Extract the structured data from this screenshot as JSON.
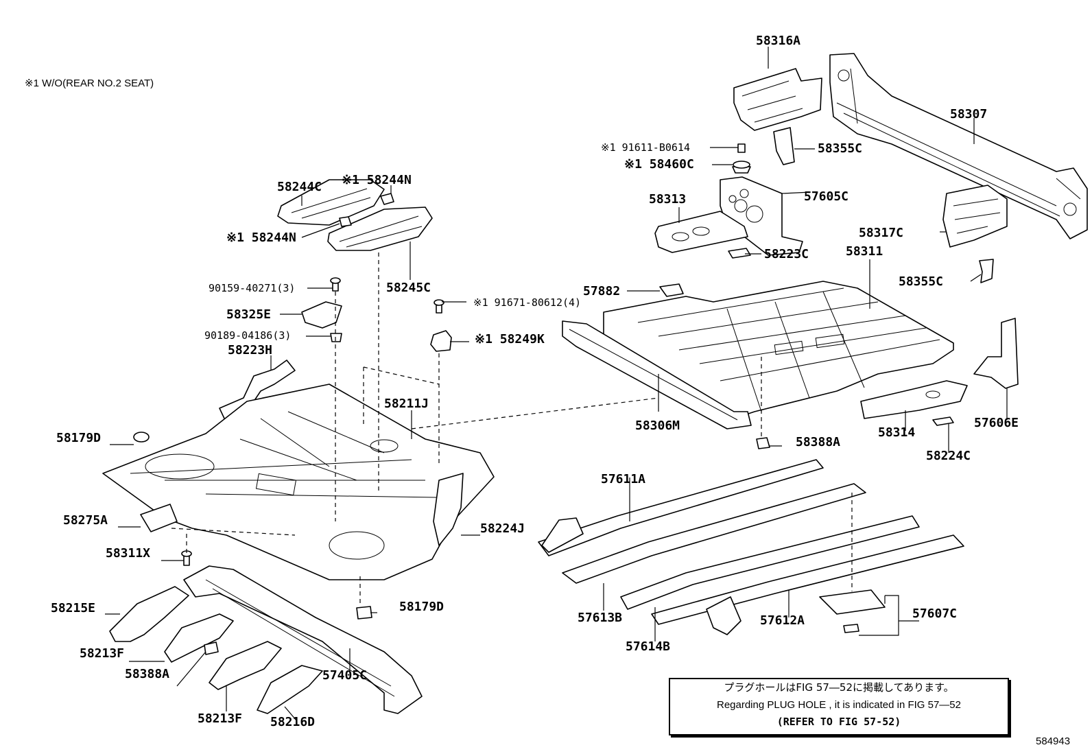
{
  "note_top": "※1  W/O(REAR NO.2 SEAT)",
  "labels": {
    "p58316A": "58316A",
    "p58307": "58307",
    "p91611": "※1 91611-B0614",
    "p58355C_top": "58355C",
    "p58460C": "※1 58460C",
    "p57605C": "57605C",
    "p58313": "58313",
    "p58317C": "58317C",
    "p58223C": "58223C",
    "p58311": "58311",
    "p58355C_bot": "58355C",
    "p57882": "57882",
    "p58244C": "58244C",
    "p58244N_top": "※1 58244N",
    "p58244N_left": "※1 58244N",
    "p58245C": "58245C",
    "p90159": "90159-40271(3)",
    "p91671": "※1 91671-80612(4)",
    "p58325E": "58325E",
    "p90189": "90189-04186(3)",
    "p58249K": "※1 58249K",
    "p58223H": "58223H",
    "p58211J": "58211J",
    "p58306M": "58306M",
    "p58314": "58314",
    "p57606E": "57606E",
    "p58179D_top": "58179D",
    "p58388A_right": "58388A",
    "p58224C": "58224C",
    "p57611A": "57611A",
    "p58275A": "58275A",
    "p58224J": "58224J",
    "p58311X": "58311X",
    "p58179D_bot": "58179D",
    "p58215E": "58215E",
    "p57613B": "57613B",
    "p57612A": "57612A",
    "p57607C": "57607C",
    "p57614B": "57614B",
    "p58213F_top": "58213F",
    "p58388A_left": "58388A",
    "p57405C": "57405C",
    "p58213F_bot": "58213F",
    "p58216D": "58216D"
  },
  "note_box": {
    "jp": "プラグホールはFIG 57―52に掲載してあります。",
    "en": "Regarding  PLUG  HOLE , it is indicated in FIG  57―52",
    "ref": "(REFER TO FIG 57-52)"
  },
  "illustration_id": "584943"
}
